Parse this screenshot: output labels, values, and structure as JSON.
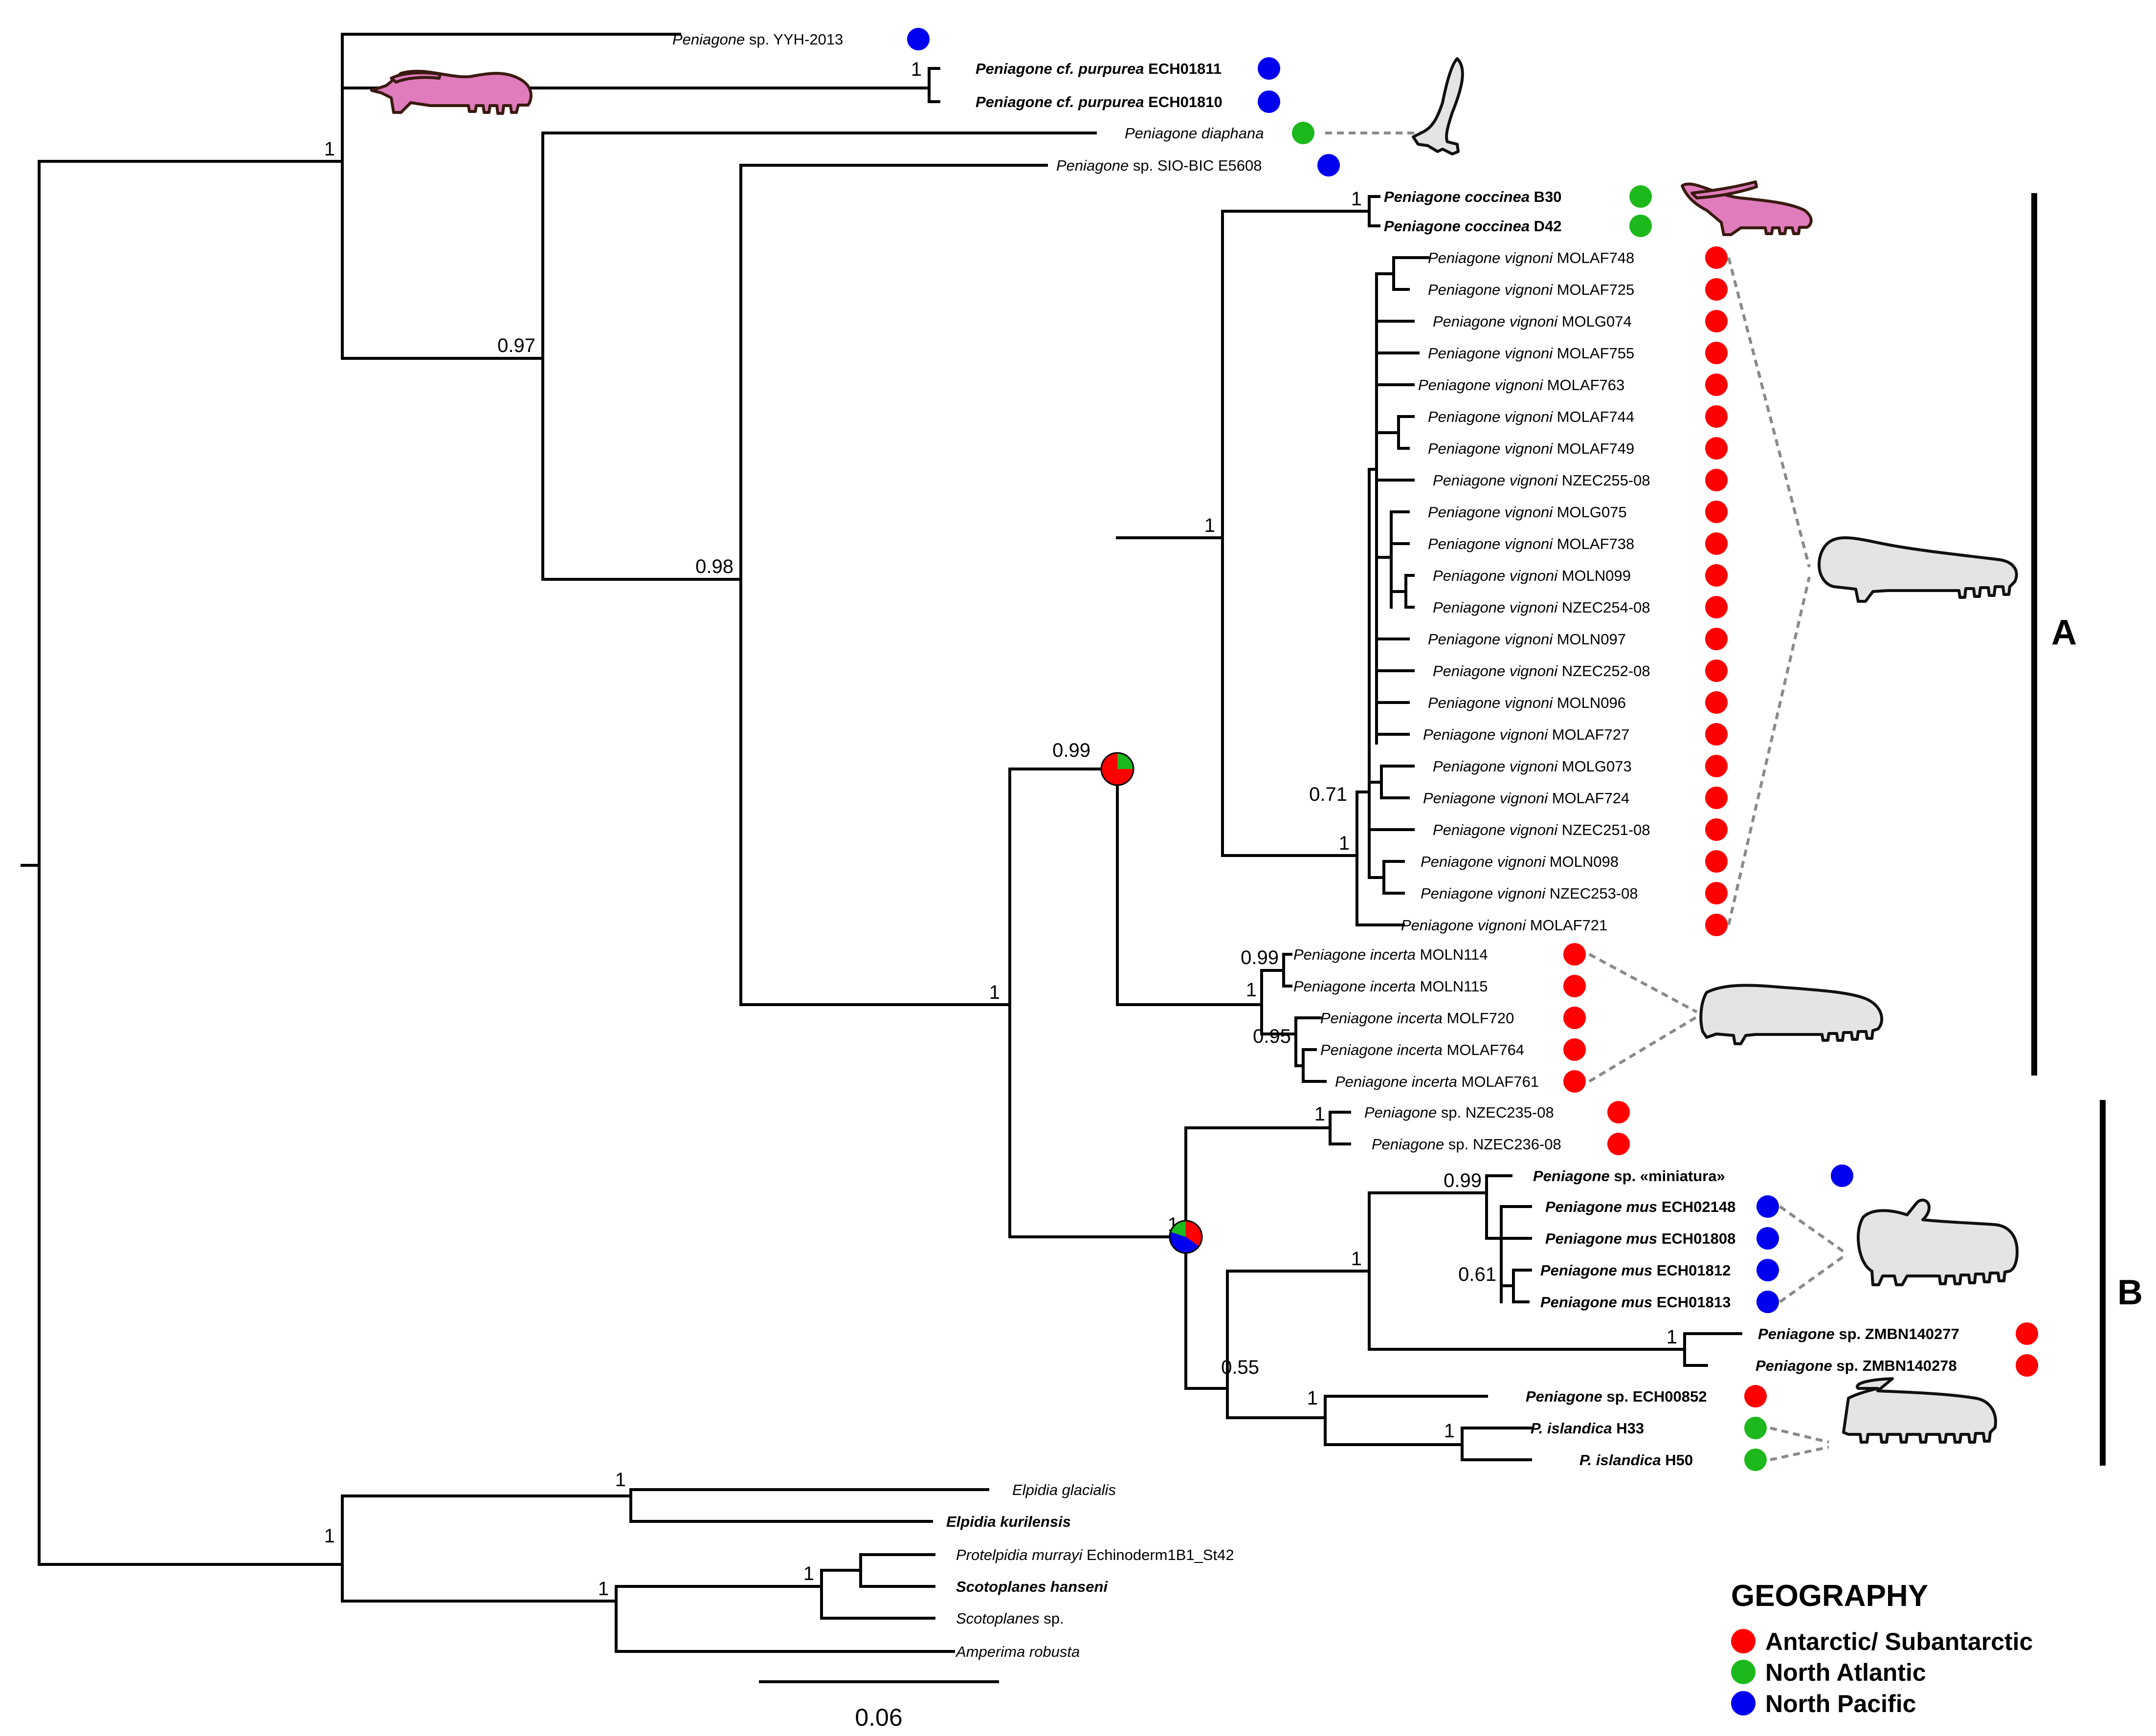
{
  "taxa": [
    {
      "id": "yyh",
      "parts": [
        {
          "t": "Peniagone",
          "s": "i"
        },
        {
          "t": " sp. YYH-2013",
          "s": ""
        }
      ],
      "bold": false,
      "geo": "np"
    },
    {
      "id": "pur11",
      "parts": [
        {
          "t": "Peniagone cf. purpurea",
          "s": "i"
        },
        {
          "t": " ECH01811",
          "s": ""
        }
      ],
      "bold": true,
      "geo": "np"
    },
    {
      "id": "pur10",
      "parts": [
        {
          "t": "Peniagone cf. purpurea",
          "s": "i"
        },
        {
          "t": " ECH01810",
          "s": ""
        }
      ],
      "bold": true,
      "geo": "np"
    },
    {
      "id": "diaph",
      "parts": [
        {
          "t": "Peniagone diaphana",
          "s": "i"
        }
      ],
      "bold": false,
      "geo": "na"
    },
    {
      "id": "sio",
      "parts": [
        {
          "t": "Peniagone",
          "s": "i"
        },
        {
          "t": " sp. SIO-BIC E5608",
          "s": ""
        }
      ],
      "bold": false,
      "geo": "np"
    },
    {
      "id": "b30",
      "parts": [
        {
          "t": "Peniagone coccinea",
          "s": "i"
        },
        {
          "t": "  B30",
          "s": ""
        }
      ],
      "bold": true,
      "geo": "na"
    },
    {
      "id": "d42",
      "parts": [
        {
          "t": "Peniagone coccinea",
          "s": "i"
        },
        {
          "t": "  D42",
          "s": ""
        }
      ],
      "bold": true,
      "geo": "na"
    },
    {
      "id": "v748",
      "parts": [
        {
          "t": "Peniagone vignoni",
          "s": "i"
        },
        {
          "t": " MOLAF748",
          "s": ""
        }
      ],
      "bold": false,
      "geo": "ant"
    },
    {
      "id": "v725",
      "parts": [
        {
          "t": "Peniagone vignoni",
          "s": "i"
        },
        {
          "t": " MOLAF725",
          "s": ""
        }
      ],
      "bold": false,
      "geo": "ant"
    },
    {
      "id": "vg074",
      "parts": [
        {
          "t": "Peniagone vignoni",
          "s": "i"
        },
        {
          "t": " MOLG074",
          "s": ""
        }
      ],
      "bold": false,
      "geo": "ant"
    },
    {
      "id": "v755",
      "parts": [
        {
          "t": "Peniagone vignoni",
          "s": "i"
        },
        {
          "t": " MOLAF755",
          "s": ""
        }
      ],
      "bold": false,
      "geo": "ant"
    },
    {
      "id": "v763",
      "parts": [
        {
          "t": "Peniagone vignoni",
          "s": "i"
        },
        {
          "t": " MOLAF763",
          "s": ""
        }
      ],
      "bold": false,
      "geo": "ant"
    },
    {
      "id": "v744",
      "parts": [
        {
          "t": "Peniagone vignoni",
          "s": "i"
        },
        {
          "t": " MOLAF744",
          "s": ""
        }
      ],
      "bold": false,
      "geo": "ant"
    },
    {
      "id": "v749",
      "parts": [
        {
          "t": "Peniagone vignoni",
          "s": "i"
        },
        {
          "t": "  MOLAF749",
          "s": ""
        }
      ],
      "bold": false,
      "geo": "ant"
    },
    {
      "id": "nz255",
      "parts": [
        {
          "t": "Peniagone vignoni",
          "s": "i"
        },
        {
          "t": " NZEC255-08",
          "s": ""
        }
      ],
      "bold": false,
      "geo": "ant"
    },
    {
      "id": "vg075",
      "parts": [
        {
          "t": "Peniagone vignoni",
          "s": "i"
        },
        {
          "t": " MOLG075",
          "s": ""
        }
      ],
      "bold": false,
      "geo": "ant"
    },
    {
      "id": "v738",
      "parts": [
        {
          "t": "Peniagone vignoni",
          "s": "i"
        },
        {
          "t": " MOLAF738",
          "s": ""
        }
      ],
      "bold": false,
      "geo": "ant"
    },
    {
      "id": "n099",
      "parts": [
        {
          "t": "Peniagone vignoni",
          "s": "i"
        },
        {
          "t": " MOLN099",
          "s": ""
        }
      ],
      "bold": false,
      "geo": "ant"
    },
    {
      "id": "nz254",
      "parts": [
        {
          "t": "Peniagone vignoni",
          "s": "i"
        },
        {
          "t": " NZEC254-08",
          "s": ""
        }
      ],
      "bold": false,
      "geo": "ant"
    },
    {
      "id": "n097",
      "parts": [
        {
          "t": "Peniagone vignoni",
          "s": "i"
        },
        {
          "t": " MOLN097",
          "s": ""
        }
      ],
      "bold": false,
      "geo": "ant"
    },
    {
      "id": "nz252",
      "parts": [
        {
          "t": "Peniagone vignoni",
          "s": "i"
        },
        {
          "t": " NZEC252-08",
          "s": ""
        }
      ],
      "bold": false,
      "geo": "ant"
    },
    {
      "id": "n096",
      "parts": [
        {
          "t": "Peniagone vignoni",
          "s": "i"
        },
        {
          "t": " MOLN096",
          "s": ""
        }
      ],
      "bold": false,
      "geo": "ant"
    },
    {
      "id": "v727",
      "parts": [
        {
          "t": "Peniagone vignoni",
          "s": "i"
        },
        {
          "t": " MOLAF727",
          "s": ""
        }
      ],
      "bold": false,
      "geo": "ant"
    },
    {
      "id": "vg073",
      "parts": [
        {
          "t": "Peniagone vignoni",
          "s": "i"
        },
        {
          "t": " MOLG073",
          "s": ""
        }
      ],
      "bold": false,
      "geo": "ant"
    },
    {
      "id": "v724",
      "parts": [
        {
          "t": "Peniagone vignoni",
          "s": "i"
        },
        {
          "t": " MOLAF724",
          "s": ""
        }
      ],
      "bold": false,
      "geo": "ant"
    },
    {
      "id": "nz251",
      "parts": [
        {
          "t": "Peniagone vignoni",
          "s": "i"
        },
        {
          "t": " NZEC251-08",
          "s": ""
        }
      ],
      "bold": false,
      "geo": "ant"
    },
    {
      "id": "n098",
      "parts": [
        {
          "t": "Peniagone vignoni",
          "s": "i"
        },
        {
          "t": " MOLN098",
          "s": ""
        }
      ],
      "bold": false,
      "geo": "ant"
    },
    {
      "id": "nz253",
      "parts": [
        {
          "t": "Peniagone vignoni",
          "s": "i"
        },
        {
          "t": " NZEC253-08",
          "s": ""
        }
      ],
      "bold": false,
      "geo": "ant"
    },
    {
      "id": "v721",
      "parts": [
        {
          "t": "Peniagone vignoni",
          "s": "i"
        },
        {
          "t": " MOLAF721",
          "s": ""
        }
      ],
      "bold": false,
      "geo": "ant"
    },
    {
      "id": "i114",
      "parts": [
        {
          "t": "Peniagone incerta",
          "s": "i"
        },
        {
          "t": " MOLN114",
          "s": ""
        }
      ],
      "bold": false,
      "geo": "ant"
    },
    {
      "id": "i115",
      "parts": [
        {
          "t": "Peniagone incerta",
          "s": "i"
        },
        {
          "t": " MOLN115",
          "s": ""
        }
      ],
      "bold": false,
      "geo": "ant"
    },
    {
      "id": "i720",
      "parts": [
        {
          "t": "Peniagone incerta",
          "s": "i"
        },
        {
          "t": " MOLF720",
          "s": ""
        }
      ],
      "bold": false,
      "geo": "ant"
    },
    {
      "id": "i764",
      "parts": [
        {
          "t": "Peniagone incerta",
          "s": "i"
        },
        {
          "t": " MOLAF764",
          "s": ""
        }
      ],
      "bold": false,
      "geo": "ant"
    },
    {
      "id": "i761",
      "parts": [
        {
          "t": "Peniagone incerta",
          "s": "i"
        },
        {
          "t": " MOLAF761",
          "s": ""
        }
      ],
      "bold": false,
      "geo": "ant"
    },
    {
      "id": "nz235",
      "parts": [
        {
          "t": "Peniagone",
          "s": "i"
        },
        {
          "t": " sp. NZEC235-08",
          "s": ""
        }
      ],
      "bold": false,
      "geo": "ant"
    },
    {
      "id": "nz236",
      "parts": [
        {
          "t": "Peniagone",
          "s": "i"
        },
        {
          "t": " sp. NZEC236-08",
          "s": ""
        }
      ],
      "bold": false,
      "geo": "ant"
    },
    {
      "id": "mini",
      "parts": [
        {
          "t": "Peniagone",
          "s": "i"
        },
        {
          "t": " sp. «miniatura»",
          "s": ""
        }
      ],
      "bold": true,
      "geo": "np"
    },
    {
      "id": "m2148",
      "parts": [
        {
          "t": "Peniagone mus",
          "s": "i"
        },
        {
          "t": " ECH02148",
          "s": ""
        }
      ],
      "bold": true,
      "geo": "np"
    },
    {
      "id": "m1808",
      "parts": [
        {
          "t": "Peniagone mus",
          "s": "i"
        },
        {
          "t": "  ECH01808",
          "s": ""
        }
      ],
      "bold": true,
      "geo": "np"
    },
    {
      "id": "m1812",
      "parts": [
        {
          "t": "Peniagone mus",
          "s": "i"
        },
        {
          "t": "  ECH01812",
          "s": ""
        }
      ],
      "bold": true,
      "geo": "np"
    },
    {
      "id": "m1813",
      "parts": [
        {
          "t": "Peniagone mus",
          "s": "i"
        },
        {
          "t": "   ECH01813",
          "s": ""
        }
      ],
      "bold": true,
      "geo": "np"
    },
    {
      "id": "z277",
      "parts": [
        {
          "t": "Peniagone",
          "s": "i"
        },
        {
          "t": "  sp. ZMBN140277",
          "s": ""
        }
      ],
      "bold": true,
      "geo": "ant"
    },
    {
      "id": "z278",
      "parts": [
        {
          "t": "Peniagone",
          "s": "i"
        },
        {
          "t": "  sp. ZMBN140278",
          "s": ""
        }
      ],
      "bold": true,
      "geo": "ant"
    },
    {
      "id": "e852",
      "parts": [
        {
          "t": "Peniagone",
          "s": "i"
        },
        {
          "t": "  sp. ECH00852",
          "s": ""
        }
      ],
      "bold": true,
      "geo": "ant"
    },
    {
      "id": "h33",
      "parts": [
        {
          "t": "P. islandica",
          "s": "i"
        },
        {
          "t": " H33",
          "s": ""
        }
      ],
      "bold": true,
      "geo": "na"
    },
    {
      "id": "h50",
      "parts": [
        {
          "t": "P. islandica",
          "s": "i"
        },
        {
          "t": "  H50",
          "s": ""
        }
      ],
      "bold": true,
      "geo": "na"
    },
    {
      "id": "eglac",
      "parts": [
        {
          "t": "Elpidia glacialis",
          "s": "i"
        }
      ],
      "bold": false,
      "geo": ""
    },
    {
      "id": "ekuril",
      "parts": [
        {
          "t": "Elpidia kurilensis",
          "s": "i"
        }
      ],
      "bold": true,
      "geo": ""
    },
    {
      "id": "protel",
      "parts": [
        {
          "t": "Protelpidia murrayi",
          "s": "i"
        },
        {
          "t": " Echinoderm1B1_St42",
          "s": ""
        }
      ],
      "bold": false,
      "geo": ""
    },
    {
      "id": "shans",
      "parts": [
        {
          "t": "Scotoplanes hanseni",
          "s": "i"
        }
      ],
      "bold": true,
      "geo": ""
    },
    {
      "id": "ssp",
      "parts": [
        {
          "t": "Scotoplanes",
          "s": "i"
        },
        {
          "t": " sp.",
          "s": ""
        }
      ],
      "bold": false,
      "geo": ""
    },
    {
      "id": "amper",
      "parts": [
        {
          "t": "Amperima robusta",
          "s": "i"
        }
      ],
      "bold": false,
      "geo": ""
    }
  ],
  "support_values": [
    {
      "id": "s_root_top",
      "text": "1"
    },
    {
      "id": "s_pur",
      "text": "1"
    },
    {
      "id": "s_097",
      "text": "0.97"
    },
    {
      "id": "s_098",
      "text": "0.98"
    },
    {
      "id": "s_coc",
      "text": "1"
    },
    {
      "id": "s_cocvig",
      "text": "1"
    },
    {
      "id": "s_099",
      "text": "0.99"
    },
    {
      "id": "s_071",
      "text": "0.71"
    },
    {
      "id": "s_vig",
      "text": "1"
    },
    {
      "id": "s_inc099",
      "text": "0.99"
    },
    {
      "id": "s_inc1",
      "text": "1"
    },
    {
      "id": "s_inc095",
      "text": "0.95"
    },
    {
      "id": "s_ab",
      "text": "1"
    },
    {
      "id": "s_nz",
      "text": "1"
    },
    {
      "id": "s_b",
      "text": "1"
    },
    {
      "id": "s_mus099",
      "text": "0.99"
    },
    {
      "id": "s_musz",
      "text": "1"
    },
    {
      "id": "s_061",
      "text": "0.61"
    },
    {
      "id": "s_zmbn",
      "text": "1"
    },
    {
      "id": "s_055",
      "text": "0.55"
    },
    {
      "id": "s_isl1",
      "text": "1"
    },
    {
      "id": "s_isl",
      "text": "1"
    },
    {
      "id": "s_elp",
      "text": "1"
    },
    {
      "id": "s_out",
      "text": "1"
    },
    {
      "id": "s_scot",
      "text": "1"
    },
    {
      "id": "s_prot",
      "text": "1"
    }
  ],
  "clades": {
    "a": "A",
    "b": "B"
  },
  "legend": {
    "title": "GEOGRAPHY",
    "items": [
      {
        "key": "ant",
        "label": "Antarctic/ Subantarctic",
        "color": "#ff0000"
      },
      {
        "key": "na",
        "label": "North Atlantic",
        "color": "#1cb81c"
      },
      {
        "key": "np",
        "label": "North Pacific",
        "color": "#0000ee"
      }
    ]
  },
  "scale_bar": {
    "label": "0.06"
  }
}
